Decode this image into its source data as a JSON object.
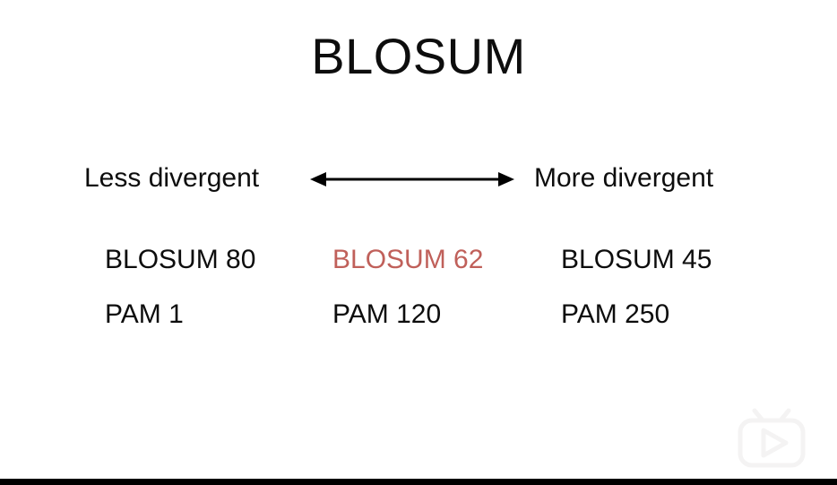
{
  "slide": {
    "title": "BLOSUM",
    "background_color": "#ffffff",
    "text_color": "#0d0d0d",
    "highlight_color": "#c0605a"
  },
  "axis": {
    "left_label": "Less divergent",
    "right_label": "More divergent",
    "arrow_icon": "double-headed-arrow-icon"
  },
  "matrices": {
    "rows": [
      {
        "cells": [
          {
            "text": "BLOSUM 80",
            "highlighted": false
          },
          {
            "text": "BLOSUM 62",
            "highlighted": true
          },
          {
            "text": "BLOSUM 45",
            "highlighted": false
          }
        ]
      },
      {
        "cells": [
          {
            "text": "PAM 1",
            "highlighted": false
          },
          {
            "text": "PAM 120",
            "highlighted": false
          },
          {
            "text": "PAM 250",
            "highlighted": false
          }
        ]
      }
    ]
  },
  "watermark": {
    "icon": "tv-play-logo-icon",
    "color": "#f2f2f2"
  }
}
